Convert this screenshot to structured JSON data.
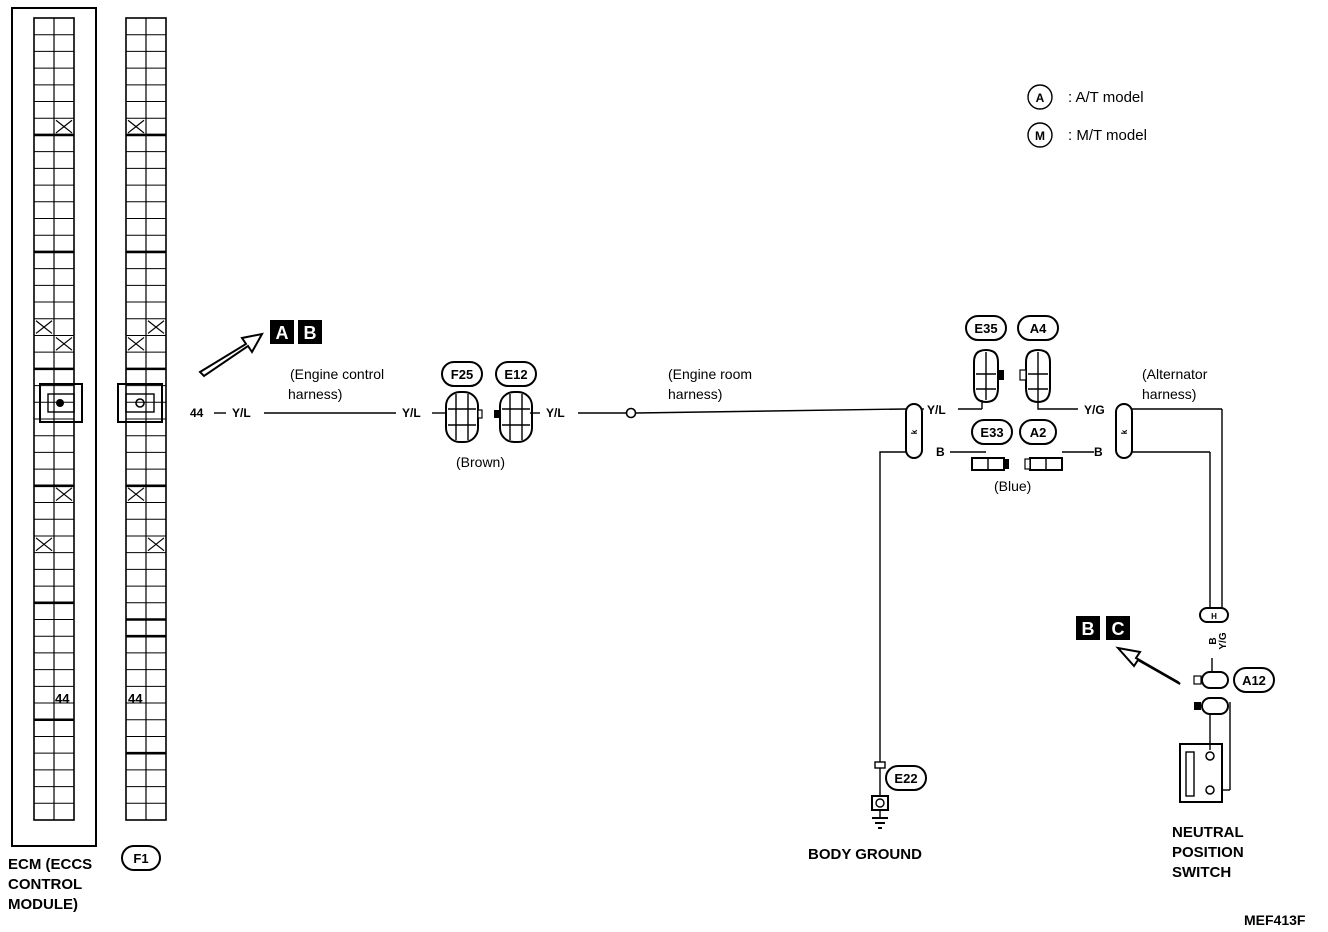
{
  "legend": {
    "items": [
      {
        "symbol": "A",
        "text": ": A/T model"
      },
      {
        "symbol": "M",
        "text": ": M/T model"
      }
    ]
  },
  "ecm": {
    "label_lines": [
      "ECM (ECCS",
      "CONTROL",
      "MODULE)"
    ],
    "pin_number": "44"
  },
  "f1_connector": {
    "label": "F1",
    "pin_number": "44"
  },
  "refs": {
    "ab": [
      "A",
      "B"
    ],
    "bc": [
      "B",
      "C"
    ]
  },
  "wiring": {
    "pin_left": "44",
    "wire_yl": "Y/L",
    "wire_yg": "Y/G",
    "wire_b": "B",
    "wire_b_short": "B",
    "wire_yg_short": "Y/G",
    "harness_engine_control": [
      "(Engine control",
      "harness)"
    ],
    "harness_engine_room": [
      "(Engine room",
      "harness)"
    ],
    "harness_alternator": [
      "(Alternator",
      "harness)"
    ],
    "brown": "(Brown)",
    "blue": "(Blue)"
  },
  "connectors": {
    "f25": "F25",
    "e12": "E12",
    "e35": "E35",
    "a4": "A4",
    "e33": "E33",
    "a2": "A2",
    "e22": "E22",
    "a12": "A12"
  },
  "labels": {
    "body_ground": "BODY GROUND",
    "neutral_switch": [
      "NEUTRAL",
      "POSITION",
      "SWITCH"
    ],
    "figure_code": "MEF413F"
  }
}
